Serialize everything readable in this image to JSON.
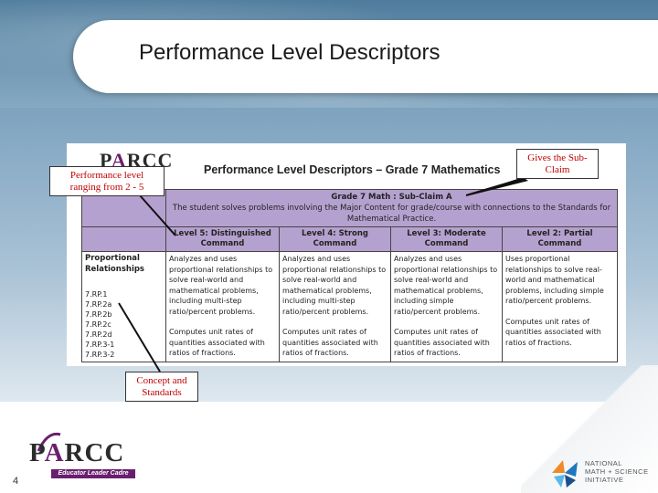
{
  "slide": {
    "title": "Performance Level Descriptors",
    "page_number": "4"
  },
  "document": {
    "logo_text": {
      "p": "P",
      "a": "A",
      "rcc": "RCC"
    },
    "heading": "Performance Level Descriptors – Grade 7 Mathematics",
    "subclaim_heading": "Grade 7 Math : Sub-Claim A",
    "subclaim_text": "The student solves problems involving the Major Content for grade/course with connections to the Standards for Mathematical Practice.",
    "levels": [
      "Level 5: Distinguished Command",
      "Level 4: Strong Command",
      "Level 3: Moderate Command",
      "Level 2: Partial Command"
    ],
    "topic": "Proportional Relationships",
    "standards": [
      "7.RP.1",
      "7.RP.2a",
      "7.RP.2b",
      "7.RP.2c",
      "7.RP.2d",
      "7.RP.3-1",
      "7.RP.3-2"
    ],
    "descriptors": [
      {
        "first": "Analyzes and uses proportional relationships to solve real-world and mathematical problems, including multi-step ratio/percent problems.",
        "second": "Computes unit rates of quantities associated with ratios of fractions."
      },
      {
        "first": "Analyzes and uses proportional relationships to solve real-world and mathematical problems, including multi-step ratio/percent problems.",
        "second": "Computes unit rates of quantities associated with ratios of fractions."
      },
      {
        "first": "Analyzes and uses proportional relationships to solve real-world and mathematical problems, including simple ratio/percent problems.",
        "second": "Computes unit rates of quantities associated with ratios of fractions."
      },
      {
        "first": "Uses proportional relationships to solve real-world and mathematical problems, including simple ratio/percent problems.",
        "second": "Computes unit rates of quantities associated with ratios of fractions."
      }
    ]
  },
  "callouts": {
    "sub_claim": "Gives the Sub-Claim",
    "performance": "Performance level ranging from 2 - 5",
    "concept": "Concept and Standards"
  },
  "footer": {
    "parcc_logo": {
      "p": "P",
      "a": "A",
      "rcc": "RCC"
    },
    "cadre": "Educator Leader Cadre",
    "nms_lines": [
      "NATIONAL",
      "MATH + SCIENCE",
      "INITIATIVE"
    ]
  },
  "colors": {
    "accent_purple": "#6a1f6e",
    "table_header": "#b5a1cf",
    "callout_text": "#c00000"
  }
}
